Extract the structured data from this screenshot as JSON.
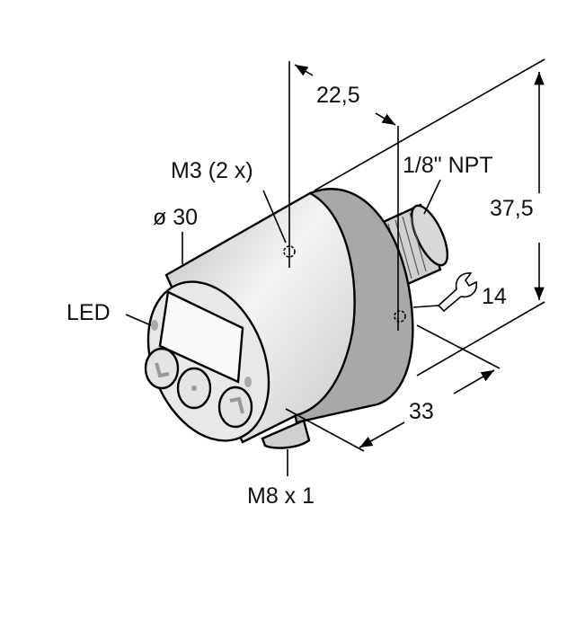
{
  "drawing": {
    "dimensions": {
      "depth_offset": "22,5",
      "height": "37,5",
      "length": "33",
      "diameter": "ø 30",
      "wrench_size": "14"
    },
    "callouts": {
      "mounting_holes": "M3 (2 x)",
      "process_thread": "1/8\" NPT",
      "led": "LED",
      "connector": "M8 x 1"
    },
    "colors": {
      "body_grey": "#a8a8a8",
      "housing_silver": "#e6e6e6",
      "line": "#000000"
    }
  }
}
